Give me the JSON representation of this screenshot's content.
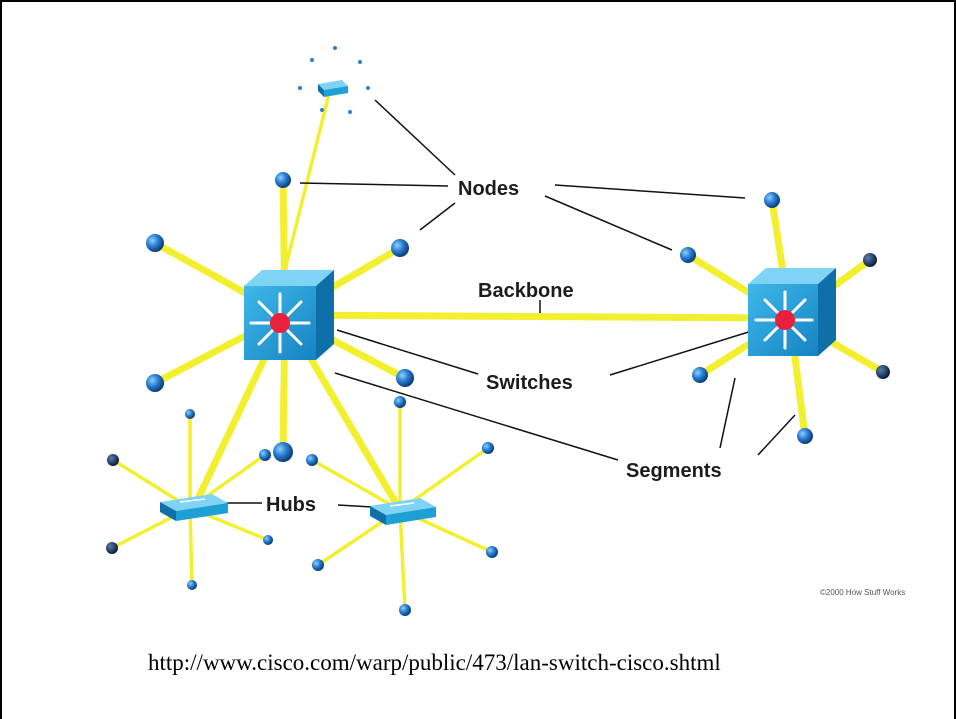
{
  "labels": {
    "nodes": "Nodes",
    "backbone": "Backbone",
    "switches": "Switches",
    "segments": "Segments",
    "hubs": "Hubs"
  },
  "copyright": "©2000 How Stuff Works",
  "source_url": "http://www.cisco.com/warp/public/473/lan-switch-cisco.shtml",
  "colors": {
    "cable": "#f2ef30",
    "node": "#2a7fd4",
    "device_blue": "#1e9fd6",
    "switch_center": "#e8203a"
  },
  "devices": [
    {
      "name": "switch",
      "count": 2
    },
    {
      "name": "hub",
      "count": 3
    }
  ]
}
